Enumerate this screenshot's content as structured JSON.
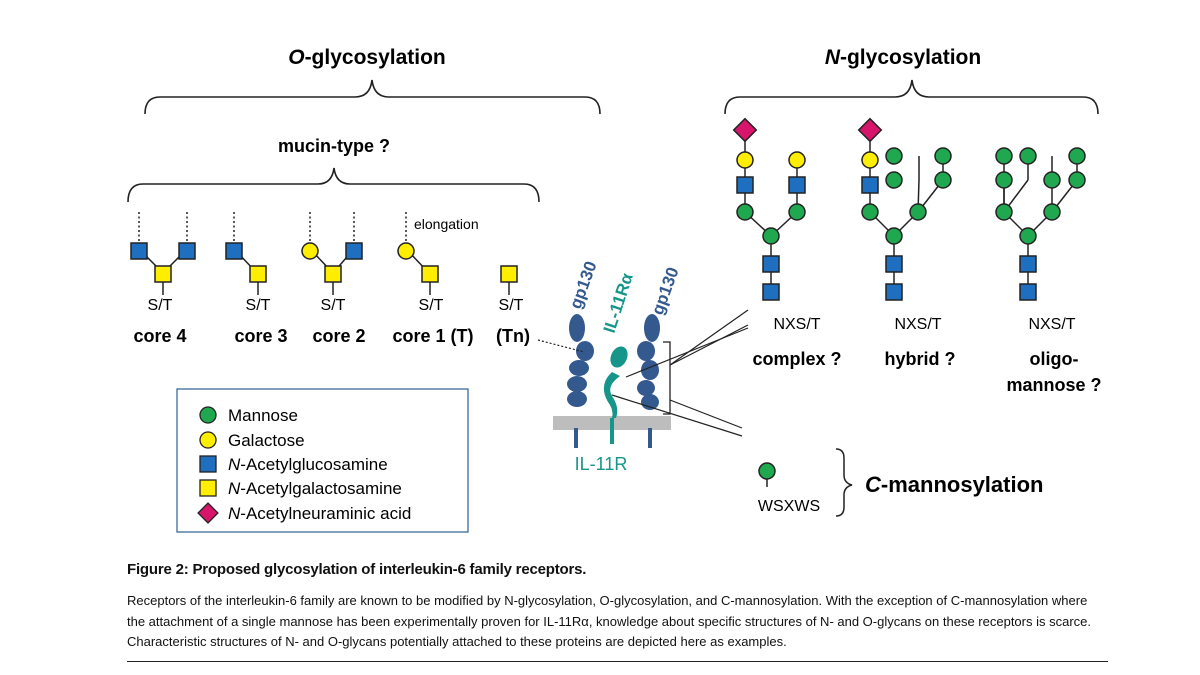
{
  "headings": {
    "o_glyco_prefix": "O",
    "o_glyco_rest": "-glycosylation",
    "n_glyco_prefix": "N",
    "n_glyco_rest": "-glycosylation",
    "mucin": "mucin-type ?",
    "c_mann_prefix": "C",
    "c_mann_rest": "-mannosylation"
  },
  "o_cores": [
    {
      "label": "core 4",
      "site": "S/T"
    },
    {
      "label": "core 3",
      "site": "S/T"
    },
    {
      "label": "core 2",
      "site": "S/T"
    },
    {
      "label": "core 1 (T)",
      "site": "S/T"
    },
    {
      "label": "(Tn)",
      "site": "S/T"
    }
  ],
  "elongation": "elongation",
  "n_glycans": [
    {
      "label": "complex ?",
      "site": "NXS/T"
    },
    {
      "label": "hybrid ?",
      "site": "NXS/T"
    },
    {
      "label_line1": "oligo-",
      "label_line2": "mannose ?",
      "site": "NXS/T"
    }
  ],
  "c_mann_site": "WSXWS",
  "receptor": {
    "gp130_left": "gp130",
    "il11ra": "IL-11Rα",
    "gp130_right": "gp130",
    "complex": "IL-11R"
  },
  "legend": [
    {
      "icon": "mannose-circle",
      "color": "#1fa84f",
      "text": "Mannose"
    },
    {
      "icon": "galactose-circle",
      "color": "#ffee00",
      "text": "Galactose"
    },
    {
      "icon": "glcnac-square",
      "color": "#1f6fc0",
      "prefix": "N",
      "text": "-Acetylglucosamine"
    },
    {
      "icon": "galnac-square",
      "color": "#ffee00",
      "prefix": "N",
      "text": "-Acetylgalactosamine"
    },
    {
      "icon": "neuac-diamond",
      "color": "#d6156b",
      "prefix": "N",
      "text": "-Acetylneuraminic acid"
    }
  ],
  "colors": {
    "mannose": "#1fa84f",
    "galactose": "#ffee00",
    "glcnac": "#1f6fc0",
    "galnac": "#ffee00",
    "neuac": "#d6156b",
    "gp130": "#34598f",
    "il11ra": "#16968a"
  },
  "caption": {
    "title": "Figure 2: Proposed glycosylation of interleukin-6 family receptors.",
    "body": "Receptors of the interleukin-6 family are known to be modified by N-glycosylation, O-glycosylation, and C-mannosylation. With the exception of C-mannosylation where the attachment of a single mannose has been experimentally proven for IL-11Rα, knowledge about specific structures of N- and O-glycans on these receptors is scarce. Characteristic structures of N- and O-glycans potentially attached to these proteins are depicted here as examples."
  }
}
